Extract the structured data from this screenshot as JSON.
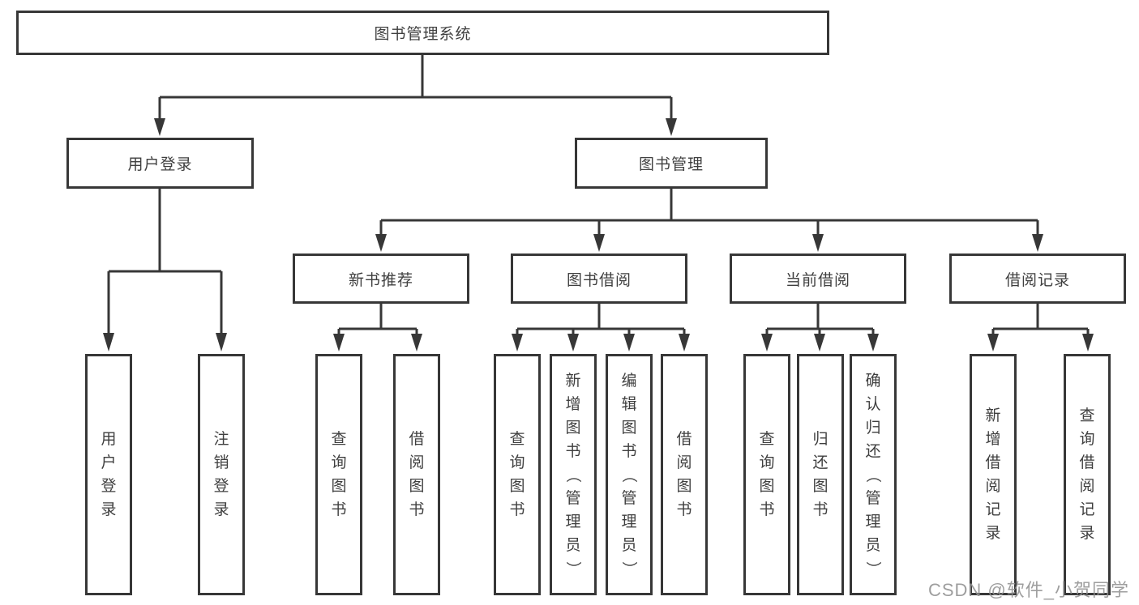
{
  "nodes": {
    "root": "图书管理系统",
    "branches": {
      "user_login": "用户登录",
      "book_mgmt": "图书管理"
    },
    "groups": {
      "new_books": "新书推荐",
      "book_borrow": "图书借阅",
      "current_borrow": "当前借阅",
      "borrow_records": "借阅记录"
    },
    "leaves": {
      "user_login_1": "用户登录",
      "user_login_2": "注销登录",
      "new_books_1": "查询图书",
      "new_books_2": "借阅图书",
      "book_borrow_1": "查询图书",
      "book_borrow_2": "新增图书（管理员）",
      "book_borrow_3": "编辑图书（管理员）",
      "book_borrow_4": "借阅图书",
      "current_borrow_1": "查询图书",
      "current_borrow_2": "归还图书",
      "current_borrow_3": "确认归还（管理员）",
      "borrow_records_1": "新增借阅记录",
      "borrow_records_2": "查询借阅记录"
    }
  },
  "watermark": "CSDN @软件_小贺同学",
  "colors": {
    "line": "#373737",
    "text": "#3f3f3f",
    "watermark": "#919191",
    "background": "#ffffff"
  }
}
